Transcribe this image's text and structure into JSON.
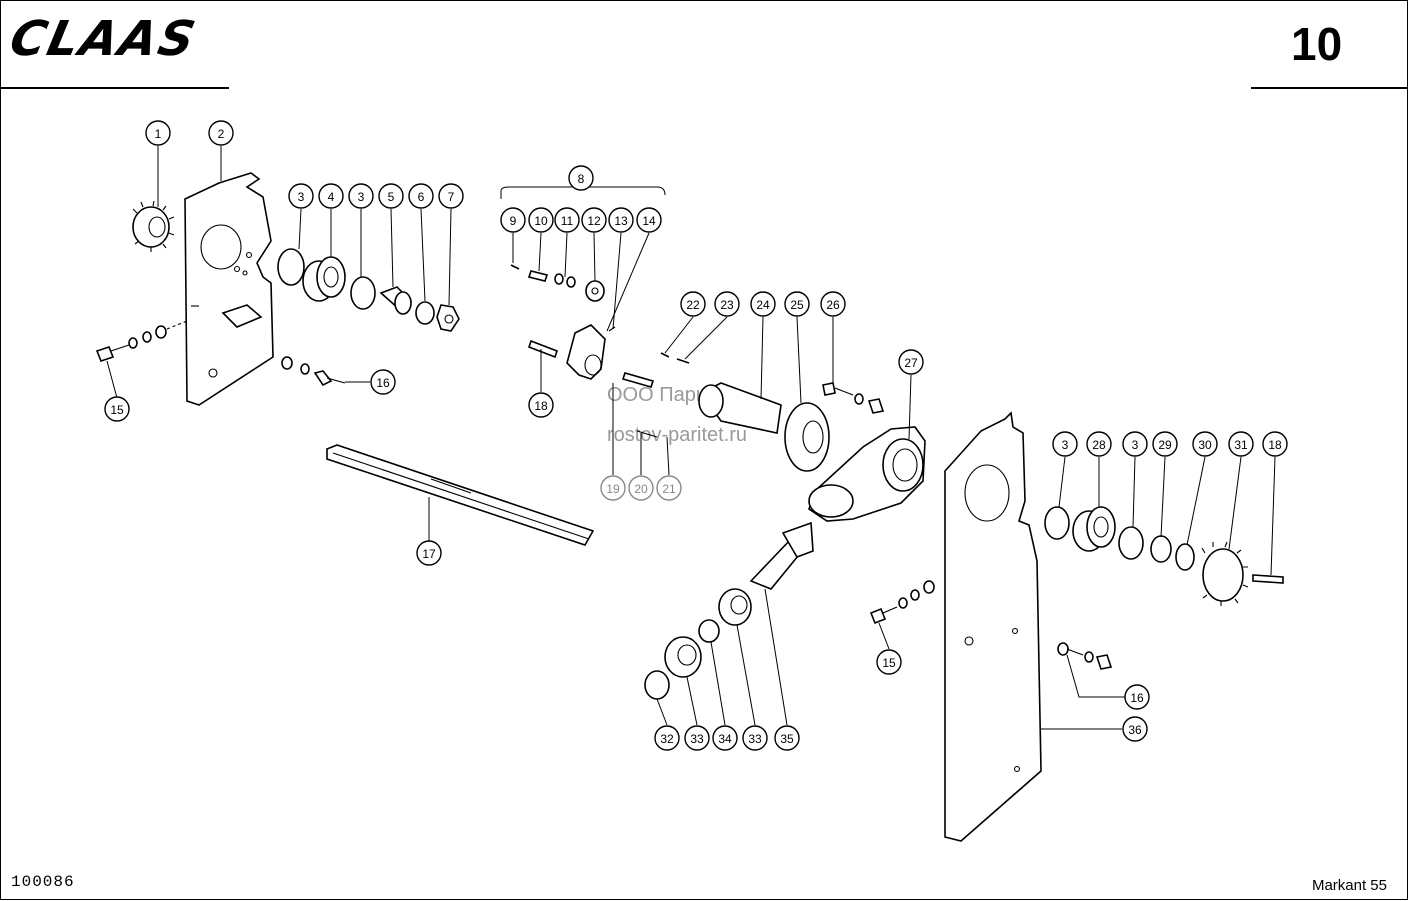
{
  "header": {
    "brand_logo": "CLAAS",
    "page_number": "10"
  },
  "footer": {
    "drawing_id": "100086",
    "model": "Markant 55"
  },
  "watermark": {
    "line1": "ООО Паритет",
    "line2": "rostov-paritet.ru"
  },
  "callouts": [
    {
      "id": "c1",
      "label": "1",
      "gray": false
    },
    {
      "id": "c2",
      "label": "2",
      "gray": false
    },
    {
      "id": "c3a",
      "label": "3",
      "gray": false
    },
    {
      "id": "c4",
      "label": "4",
      "gray": false
    },
    {
      "id": "c3b",
      "label": "3",
      "gray": false
    },
    {
      "id": "c5",
      "label": "5",
      "gray": false
    },
    {
      "id": "c6",
      "label": "6",
      "gray": false
    },
    {
      "id": "c7",
      "label": "7",
      "gray": false
    },
    {
      "id": "c8",
      "label": "8",
      "gray": false
    },
    {
      "id": "c9",
      "label": "9",
      "gray": false
    },
    {
      "id": "c10",
      "label": "10",
      "gray": false
    },
    {
      "id": "c11",
      "label": "11",
      "gray": false
    },
    {
      "id": "c12",
      "label": "12",
      "gray": false
    },
    {
      "id": "c13",
      "label": "13",
      "gray": false
    },
    {
      "id": "c14",
      "label": "14",
      "gray": false
    },
    {
      "id": "c15a",
      "label": "15",
      "gray": false
    },
    {
      "id": "c16a",
      "label": "16",
      "gray": false
    },
    {
      "id": "c17",
      "label": "17",
      "gray": false
    },
    {
      "id": "c18a",
      "label": "18",
      "gray": false
    },
    {
      "id": "c19",
      "label": "19",
      "gray": true
    },
    {
      "id": "c20",
      "label": "20",
      "gray": true
    },
    {
      "id": "c21",
      "label": "21",
      "gray": true
    },
    {
      "id": "c22",
      "label": "22",
      "gray": false
    },
    {
      "id": "c23",
      "label": "23",
      "gray": false
    },
    {
      "id": "c24",
      "label": "24",
      "gray": false
    },
    {
      "id": "c25",
      "label": "25",
      "gray": false
    },
    {
      "id": "c26",
      "label": "26",
      "gray": false
    },
    {
      "id": "c27",
      "label": "27",
      "gray": false
    },
    {
      "id": "c3c",
      "label": "3",
      "gray": false
    },
    {
      "id": "c28",
      "label": "28",
      "gray": false
    },
    {
      "id": "c3d",
      "label": "3",
      "gray": false
    },
    {
      "id": "c29",
      "label": "29",
      "gray": false
    },
    {
      "id": "c30",
      "label": "30",
      "gray": false
    },
    {
      "id": "c31",
      "label": "31",
      "gray": false
    },
    {
      "id": "c18b",
      "label": "18",
      "gray": false
    },
    {
      "id": "c15b",
      "label": "15",
      "gray": false
    },
    {
      "id": "c16b",
      "label": "16",
      "gray": false
    },
    {
      "id": "c36",
      "label": "36",
      "gray": false
    },
    {
      "id": "c32",
      "label": "32",
      "gray": false
    },
    {
      "id": "c33a",
      "label": "33",
      "gray": false
    },
    {
      "id": "c34",
      "label": "34",
      "gray": false
    },
    {
      "id": "c33b",
      "label": "33",
      "gray": false
    },
    {
      "id": "c35",
      "label": "35",
      "gray": false
    }
  ]
}
